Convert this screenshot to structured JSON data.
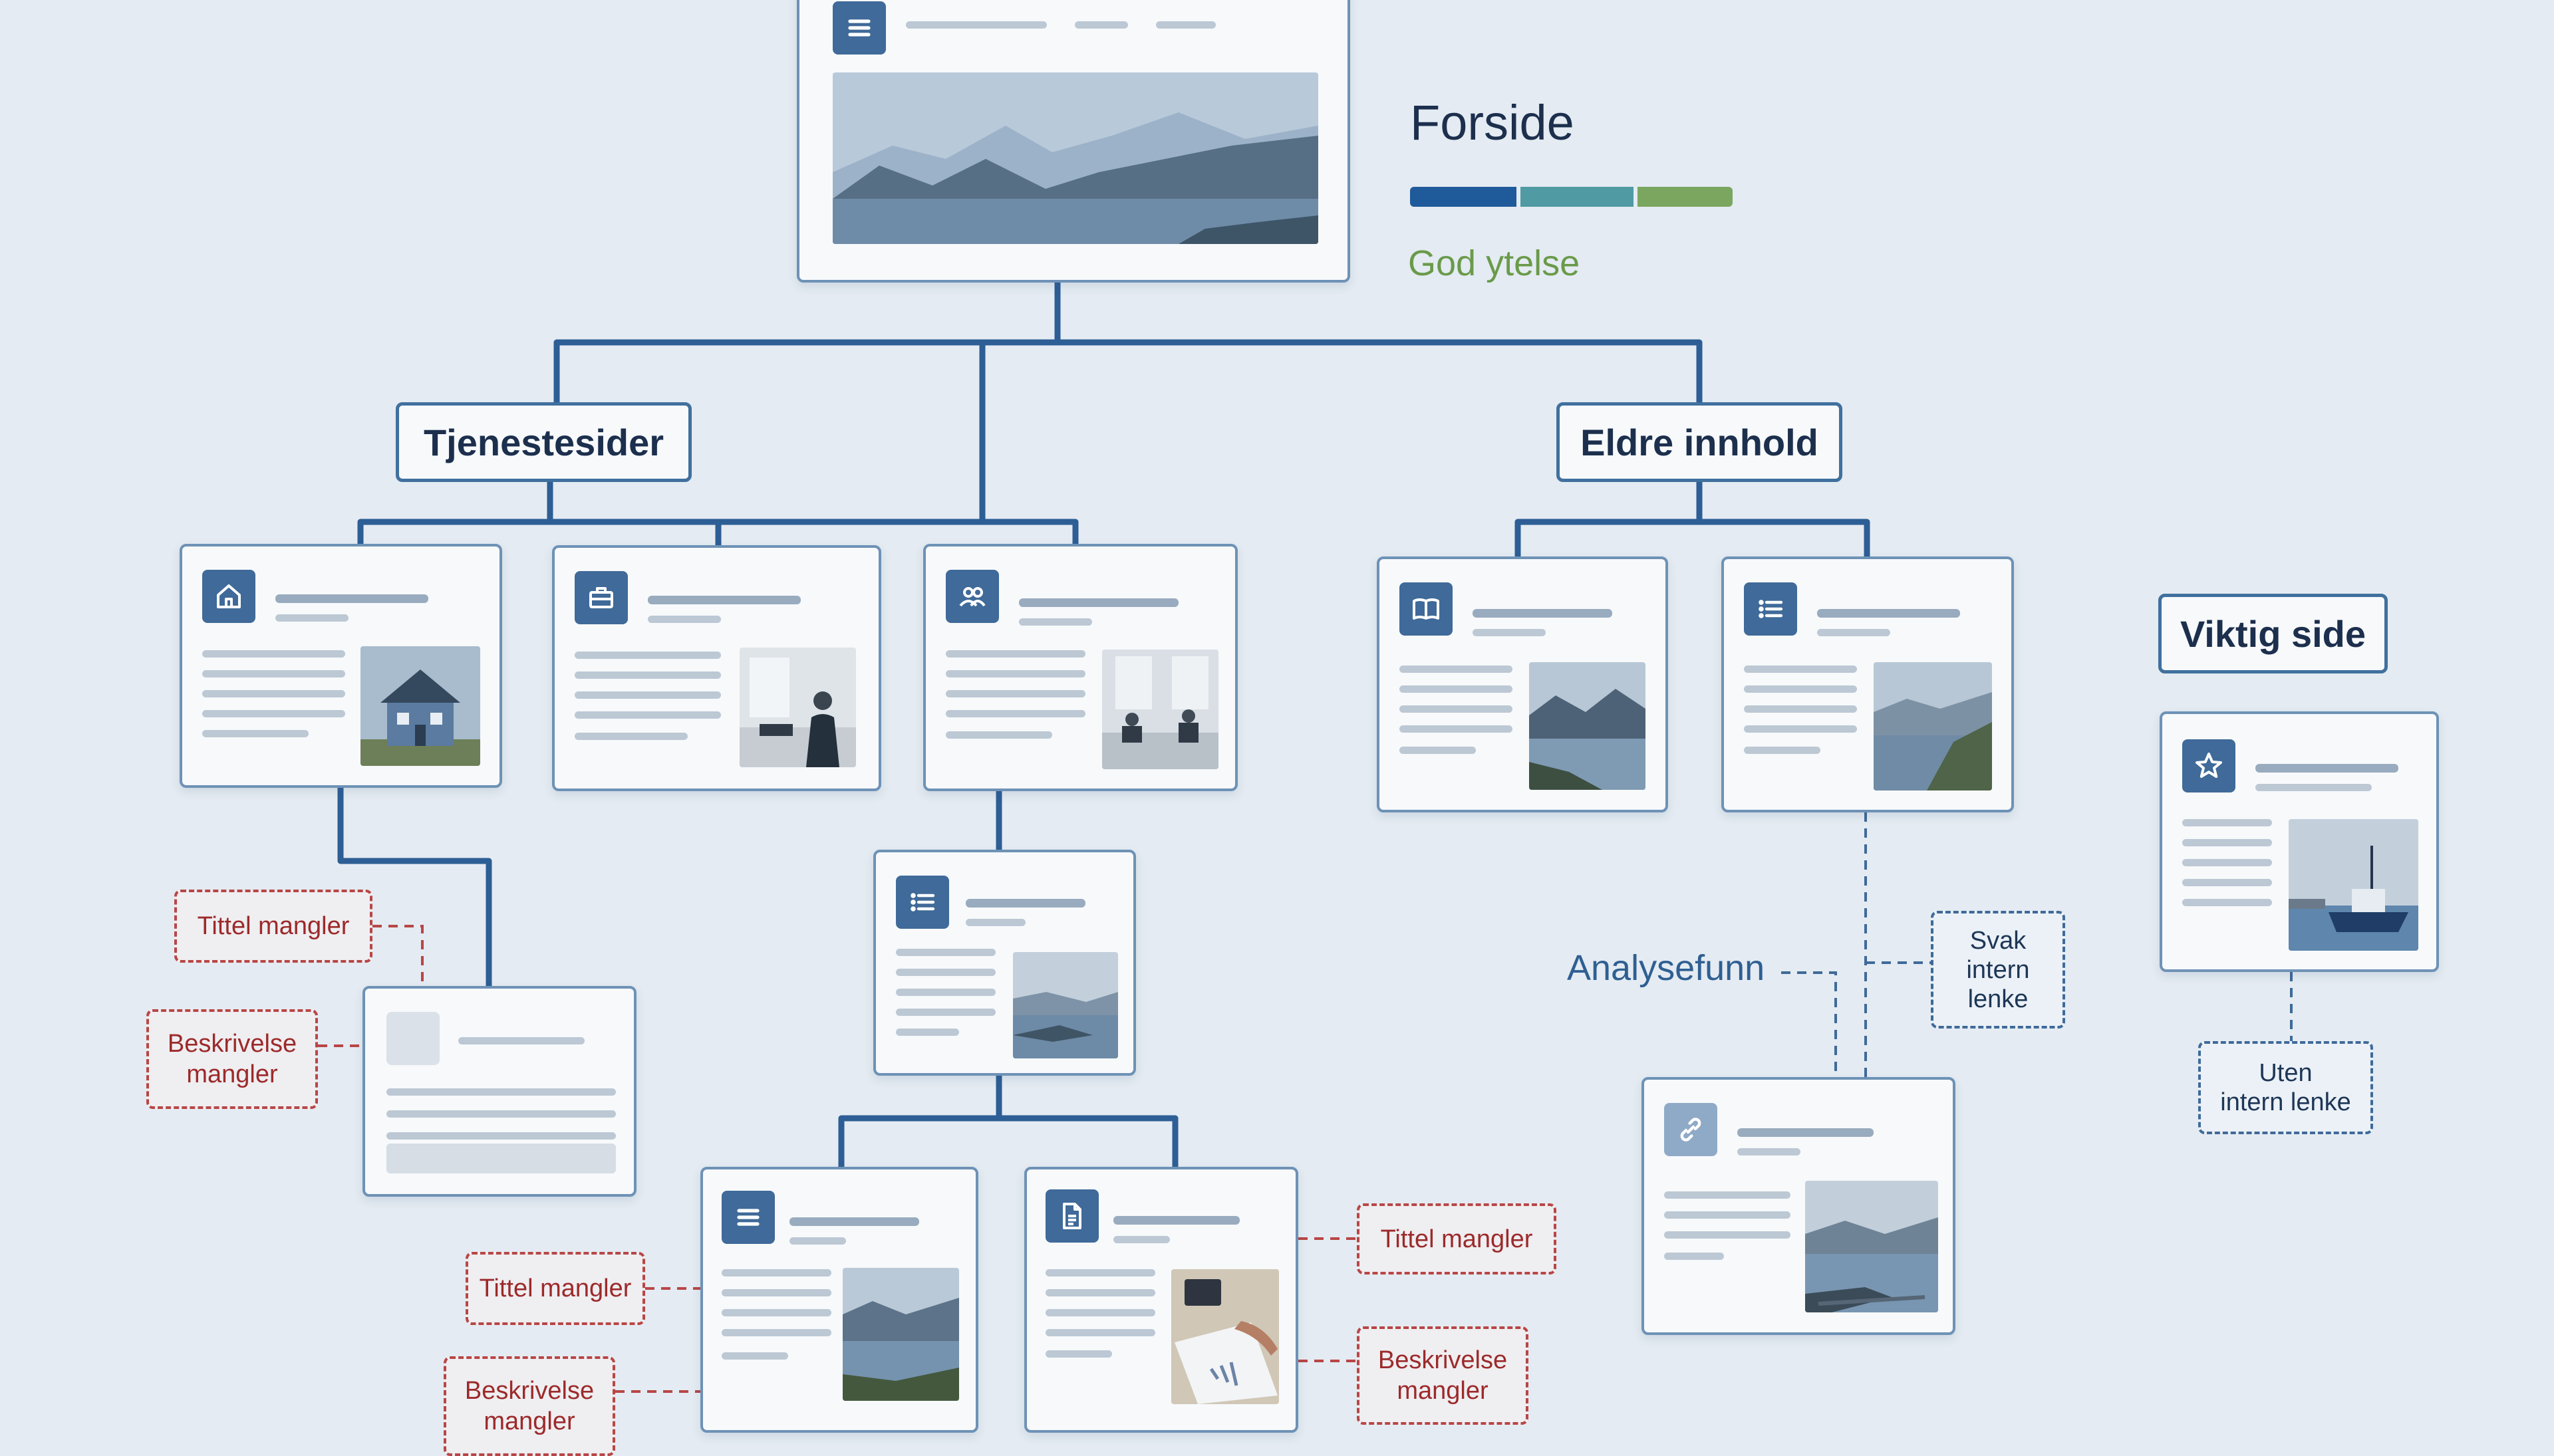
{
  "homepage": {
    "title": "Forside",
    "performance_label": "God ytelse",
    "performance_segments": [
      "#1f5a9a",
      "#4f9aa3",
      "#7aa660"
    ],
    "performance_text_color": "#6a9a4a"
  },
  "groups": {
    "services": "Tjenestesider",
    "older": "Eldre innhold",
    "important": "Viktig side"
  },
  "issues": {
    "missing_title": "Tittel mangler",
    "missing_description": [
      "Beskrivelse",
      "mangler"
    ]
  },
  "notes": {
    "analysis": "Analysefunn",
    "weak_link": [
      "Svak",
      "intern",
      "lenke"
    ],
    "no_link": [
      "Uten",
      "intern lenke"
    ]
  },
  "icons": {
    "homepage": "menu-icon",
    "service_1": "house-icon",
    "service_2": "briefcase-icon",
    "service_3": "people-icon",
    "older_1": "book-icon",
    "older_2": "list-icon",
    "important": "star-icon",
    "sub_list": "list-icon",
    "leaf_menu": "menu-icon",
    "leaf_document": "document-icon",
    "link_page": "link-icon"
  },
  "colors": {
    "background": "#e4ebf2",
    "connector": "#2d5e95",
    "issue": "#b84646",
    "note_border": "#3f6a99",
    "heading": "#1c2f4d"
  }
}
